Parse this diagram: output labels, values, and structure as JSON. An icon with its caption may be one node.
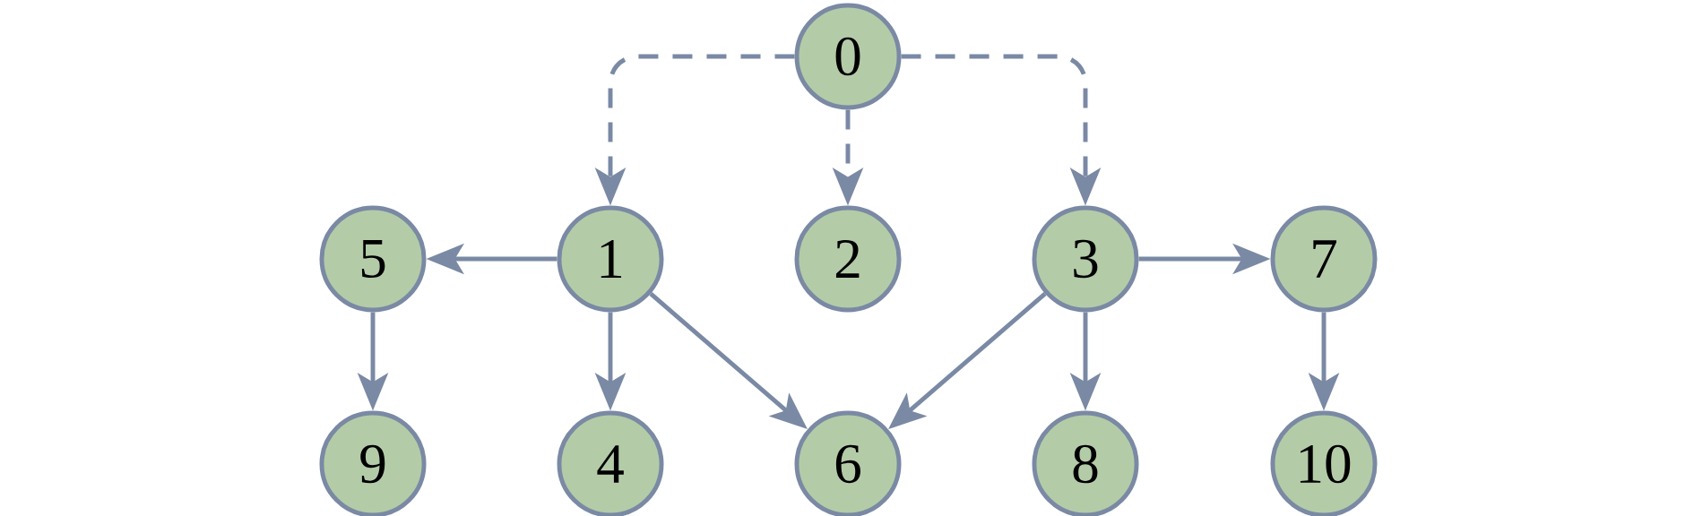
{
  "diagram": {
    "nodes": [
      {
        "text": [
          "0"
        ]
      },
      {
        "text": [
          "5"
        ]
      },
      {
        "text": [
          "1"
        ]
      },
      {
        "text": [
          "2"
        ]
      },
      {
        "text": [
          "3"
        ]
      },
      {
        "text": [
          "7"
        ]
      },
      {
        "text": [
          "9"
        ]
      },
      {
        "text": [
          "4"
        ]
      },
      {
        "text": [
          "6"
        ]
      },
      {
        "text": [
          "8"
        ]
      },
      {
        "text": [
          "10"
        ]
      }
    ],
    "edges": [
      {
        "from": 0,
        "to": 2,
        "arrow": "to",
        "style": "dashed"
      },
      {
        "from": 0,
        "to": 3,
        "arrow": "to",
        "style": "dashed"
      },
      {
        "from": 0,
        "to": 4,
        "arrow": "to",
        "style": "dashed"
      },
      {
        "from": 2,
        "to": 1,
        "arrow": "to"
      },
      {
        "from": 2,
        "to": 7,
        "arrow": "to"
      },
      {
        "from": 2,
        "to": 8,
        "arrow": "to"
      },
      {
        "from": 1,
        "to": 6,
        "arrow": "to"
      },
      {
        "from": 4,
        "to": 8,
        "arrow": "to"
      },
      {
        "from": 4,
        "to": 9,
        "arrow": "to"
      },
      {
        "from": 4,
        "to": 5,
        "arrow": "to"
      },
      {
        "from": 5,
        "to": 10,
        "arrow": "to"
      }
    ]
  }
}
